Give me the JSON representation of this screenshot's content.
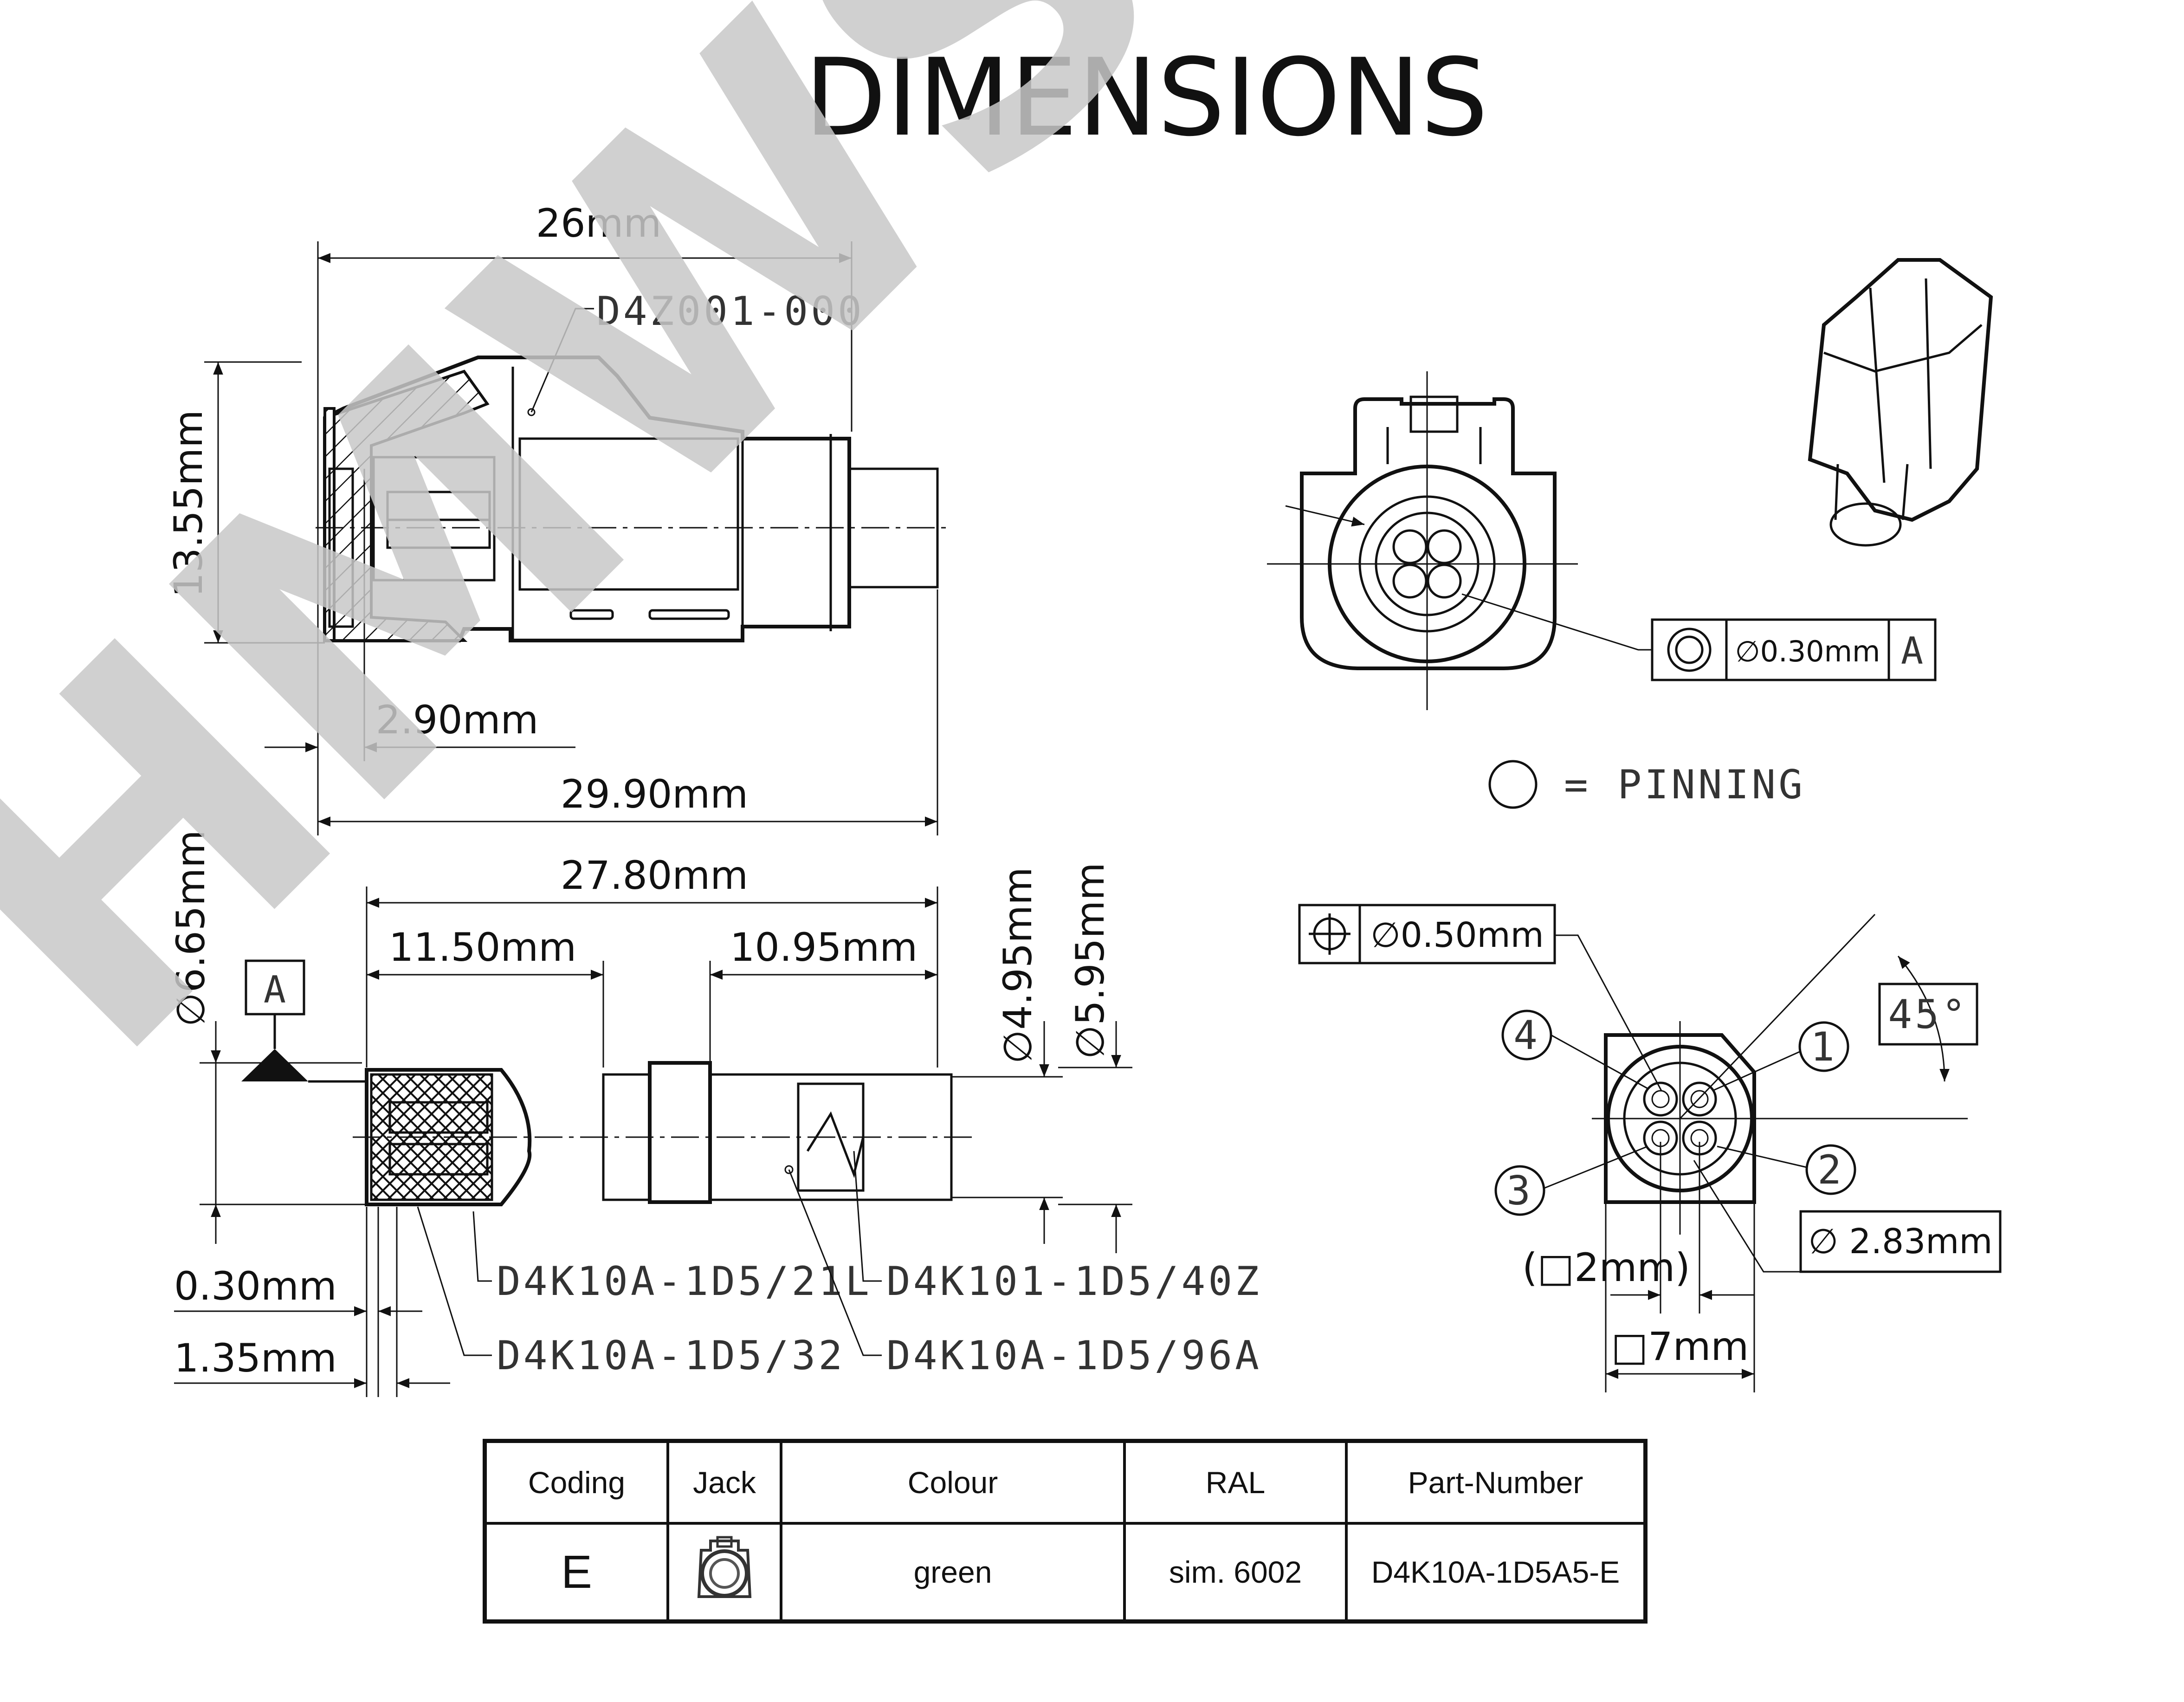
{
  "title": "DIMENSIONS",
  "watermark": "HMWS",
  "dimensions": {
    "length_26": "26mm",
    "height_13_55": "13.55mm",
    "offset_2_90": "2.90mm",
    "length_29_90": "29.90mm",
    "length_27_80": "27.80mm",
    "length_11_50": "11.50mm",
    "length_10_95": "10.95mm",
    "dia_6_65": "∅6.65mm",
    "dia_4_95": "∅4.95mm",
    "dia_5_95": "∅5.95mm",
    "offset_0_30": "0.30mm",
    "offset_1_35": "1.35mm",
    "square_2": "(□2mm)",
    "square_7": "□7mm",
    "dia_2_83": "∅ 2.83mm",
    "angle_45": "45°"
  },
  "part_labels": {
    "housing": "D4Z001-000",
    "part_21l": "D4K10A-1D5/21L",
    "part_32": "D4K10A-1D5/32",
    "part_40z": "D4K101-1D5/40Z",
    "part_96a": "D4K10A-1D5/96A"
  },
  "datum": "A",
  "tolerance_frames": {
    "concentricity": {
      "value": "∅0.30mm",
      "datum": "A"
    },
    "position": {
      "value": "∅0.50mm"
    }
  },
  "pinning_legend": "= PINNING",
  "pin_numbers": [
    "1",
    "2",
    "3",
    "4"
  ],
  "table": {
    "headers": [
      "Coding",
      "Jack",
      "Colour",
      "RAL",
      "Part-Number"
    ],
    "row": {
      "coding": "E",
      "colour": "green",
      "ral": "sim. 6002",
      "part_number": "D4K10A-1D5A5-E"
    }
  }
}
